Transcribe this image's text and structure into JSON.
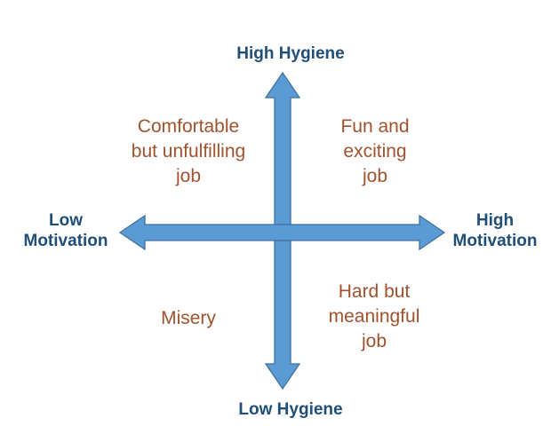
{
  "colors": {
    "arrow_fill": "#5B9BD5",
    "arrow_stroke": "#41719C",
    "axis_text": "#1F4E79",
    "quadrant_text": "#A0522D",
    "background": "#FFFFFF"
  },
  "axes": {
    "top": "High Hygiene",
    "bottom": "Low Hygiene",
    "left": "Low\nMotivation",
    "right": "High\nMotivation"
  },
  "quadrants": {
    "top_left": "Comfortable\nbut unfulfilling\njob",
    "top_right": "Fun and\nexciting\njob",
    "bottom_left": "Misery",
    "bottom_right": "Hard but\nmeaningful\njob"
  }
}
